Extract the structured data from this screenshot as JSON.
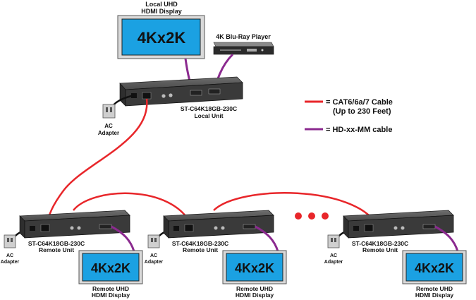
{
  "local_display": {
    "title_line1": "Local UHD",
    "title_line2": "HDMI Display",
    "screen_text": "4Kx2K"
  },
  "bluray": {
    "label": "4K Blu-Ray Player"
  },
  "local_unit": {
    "model": "ST-C64K18GB-230C",
    "role": "Local Unit"
  },
  "ac_adapter": {
    "line1": "AC",
    "line2": "Adapter"
  },
  "legend": {
    "cat_line1": "= CAT6/6a/7 Cable",
    "cat_line2": "(Up to 230 Feet)",
    "hdmi_line": "= HD-xx-MM cable",
    "cat_color": "#e8262a",
    "hdmi_color": "#8b2a8f"
  },
  "remote_units": [
    {
      "model": "ST-C64K18GB-230C",
      "role": "Remote Unit",
      "screen_text": "4Kx2K",
      "display_line1": "Remote UHD",
      "display_line2": "HDMI Display"
    },
    {
      "model": "ST-C64K18GB-230C",
      "role": "Remote Unit",
      "screen_text": "4Kx2K",
      "display_line1": "Remote UHD",
      "display_line2": "HDMI Display"
    },
    {
      "model": "ST-C64K18GB-230C",
      "role": "Remote Unit",
      "screen_text": "4Kx2K",
      "display_line1": "Remote UHD",
      "display_line2": "HDMI Display"
    }
  ]
}
